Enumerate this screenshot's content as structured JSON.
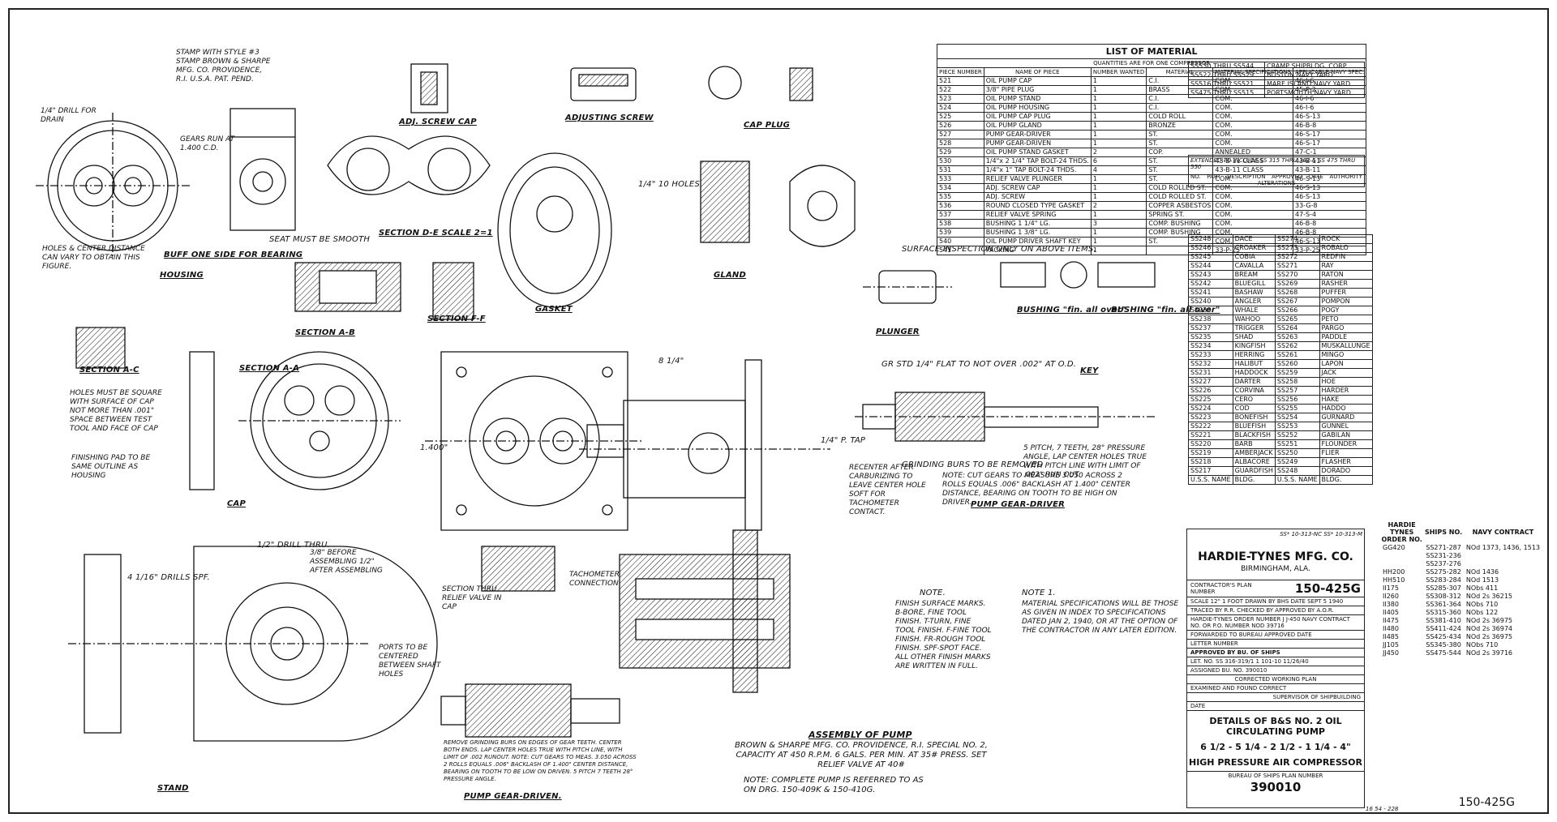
{
  "sheet": {
    "corner_number": "150-425G",
    "corner_small": "16 54 - 228"
  },
  "labels": {
    "stamp": "STAMP WITH STYLE #3 STAMP BROWN & SHARPE MFG. CO. PROVIDENCE, R.I. U.S.A. PAT. PEND.",
    "drill_drain": "1/4\" DRILL FOR DRAIN",
    "housing": "HOUSING",
    "buff": "BUFF ONE SIDE FOR BEARING",
    "holes_center": "HOLES & CENTER DISTANCE CAN VARY TO OBTAIN THIS FIGURE.",
    "gears_run": "GEARS RUN AT 1.400 C.D.",
    "adj_screw_cap": "ADJ. SCREW CAP",
    "adjusting_screw": "ADJUSTING SCREW",
    "cap_plug": "CAP PLUG",
    "section_de": "SECTION D-E SCALE 2=1",
    "section_ab": "SECTION A-B",
    "section_ff": "SECTION F-F",
    "seat_smooth": "SEAT MUST BE SMOOTH",
    "gasket": "GASKET",
    "gland": "GLAND",
    "ten_holes": "1/4\" 10 HOLES",
    "plunger": "PLUNGER",
    "surface_inspection": "SURFACE INSPECTION ONLY ON ABOVE ITEMS.",
    "bushing1": "BUSHING \"fin. all over\"",
    "bushing2": "BUSHING \"fin. all over\"",
    "key": "KEY",
    "section_ac": "SECTION A-C",
    "section_aa": "SECTION A-A",
    "cap": "CAP",
    "finishing_pad": "FINISHING PAD TO BE SAME OUTLINE AS HOUSING",
    "holes_square": "HOLES MUST BE SQUARE WITH SURFACE OF CAP NOT MORE THAN .001\" SPACE BETWEEN TEST TOOL AND FACE OF CAP",
    "pump_gear_driver": "PUMP GEAR-DRIVER",
    "grinding_burs": "GRINDING BURS TO BE REMOVED",
    "recenter": "RECENTER AFTER CARBURIZING TO LEAVE CENTER HOLE SOFT FOR TACHOMETER CONTACT.",
    "cut_gears": "NOTE: CUT GEARS TO MEASURE 3.050 ACROSS 2 ROLLS EQUALS .006\" BACKLASH AT 1.400\" CENTER DISTANCE, BEARING ON TOOTH TO BE HIGH ON DRIVER.",
    "pitch_note": "5 PITCH, 7 TEETH, 28° PRESSURE ANGLE, LAP CENTER HOLES TRUE WITH PITCH LINE WITH LIMIT OF .002\" RUN OUT.",
    "flat_note": "GR STD 1/4\" FLAT TO NOT OVER .002\" AT O.D.",
    "stand": "STAND",
    "drill_thru": "1/2\" DRILL THRU.",
    "before_assembling": "3/8\" BEFORE ASSEMBLING 1/2\" AFTER ASSEMBLING",
    "drills_spf": "4 1/16\" DRILLS SPF.",
    "section_relief": "SECTION THRU RELIEF VALVE IN CAP",
    "tachometer": "TACHOMETER CONNECTION",
    "pump_gear_driven": "PUMP GEAR-DRIVEN.",
    "remove_burs": "REMOVE GRINDING BURS ON EDGES OF GEAR TEETH. CENTER BOTH ENDS. LAP CENTER HOLES TRUE WITH PITCH LINE, WITH LIMIT OF .002 RUNOUT. NOTE: CUT GEARS TO MEAS. 3.050 ACROSS 2 ROLLS EQUALS .006\" BACKLASH OF 1.400\" CENTER DISTANCE, BEARING ON TOOTH TO BE LOW ON DRIVEN. 5 PITCH 7 TEETH 28° PRESSURE ANGLE.",
    "ports_note": "PORTS TO BE CENTERED BETWEEN SHAFT HOLES",
    "assembly_title": "ASSEMBLY OF PUMP",
    "assembly_text": "BROWN & SHARPE MFG. CO. PROVIDENCE, R.I. SPECIAL NO. 2, CAPACITY AT 450 R.P.M. 6 GALS. PER MIN. AT 35# PRESS. SET RELIEF VALVE AT 40#",
    "assembly_note": "NOTE: COMPLETE PUMP IS REFERRED TO AS ON DRG. 150-409K & 150-410G.",
    "finish_note_title": "NOTE.",
    "finish_note": "FINISH SURFACE MARKS. B-BORE, FINE TOOL FINISH. T-TURN, FINE TOOL FINISH. F-FINE TOOL FINISH. FR-ROUGH TOOL FINISH. SPF-SPOT FACE. ALL OTHER FINISH MARKS ARE WRITTEN IN FULL.",
    "note1_title": "NOTE 1.",
    "note1": "MATERIAL SPECIFICATIONS WILL BE THOSE AS GIVEN IN INDEX TO SPECIFICATIONS DATED JAN 2, 1940, OR AT THE OPTION OF THE CONTRACTOR IN ANY LATER EDITION.",
    "pipe_tap": "1/4\" P. TAP",
    "dim_84": "8 1/4\"",
    "dim_1400": "1.400\""
  },
  "materials": {
    "title": "LIST OF MATERIAL",
    "subtitle": "QUANTITIES ARE FOR ONE COMPRESSOR",
    "headers": [
      "PIECE NUMBER",
      "NAME OF PIECE",
      "NUMBER WANTED",
      "MATERIAL",
      "MATERIAL SPECIFICATIONS",
      "APPLICABLE NAVY SPEC."
    ],
    "rows": [
      [
        "521",
        "OIL PUMP CAP",
        "1",
        "C.I.",
        "COM.",
        "46-I-6"
      ],
      [
        "522",
        "3/8\" PIPE PLUG",
        "1",
        "BRASS",
        "COM.",
        "45-P-2"
      ],
      [
        "523",
        "OIL PUMP STAND",
        "1",
        "C.I.",
        "COM.",
        "46-I-6"
      ],
      [
        "524",
        "OIL PUMP HOUSING",
        "1",
        "C.I.",
        "COM.",
        "46-I-6"
      ],
      [
        "525",
        "OIL PUMP CAP PLUG",
        "1",
        "COLD ROLL",
        "COM.",
        "46-S-13"
      ],
      [
        "526",
        "OIL PUMP GLAND",
        "1",
        "BRONZE",
        "COM.",
        "46-B-8"
      ],
      [
        "527",
        "PUMP GEAR-DRIVER",
        "1",
        "ST.",
        "COM.",
        "46-S-17"
      ],
      [
        "528",
        "PUMP GEAR-DRIVEN",
        "1",
        "ST.",
        "COM.",
        "46-S-17"
      ],
      [
        "529",
        "OIL PUMP STAND GASKET",
        "2",
        "COP.",
        "ANNEALED",
        "47-C-1"
      ],
      [
        "530",
        "1/4\"x 2 1/4\" TAP BOLT-24 THDS.",
        "6",
        "ST.",
        "43-B-11 CLASS",
        "43-B-11"
      ],
      [
        "531",
        "1/4\"x 1\" TAP BOLT-24 THDS.",
        "4",
        "ST.",
        "43-B-11 CLASS",
        "43-B-11"
      ],
      [
        "533",
        "RELIEF VALVE PLUNGER",
        "1",
        "ST.",
        "COM.",
        "46-S-13"
      ],
      [
        "534",
        "ADJ. SCREW CAP",
        "1",
        "COLD ROLLED ST.",
        "COM.",
        "46-S-13"
      ],
      [
        "535",
        "ADJ. SCREW",
        "1",
        "COLD ROLLED ST.",
        "COM.",
        "46-S-13"
      ],
      [
        "536",
        "ROUND CLOSED TYPE GASKET",
        "2",
        "COPPER ASBESTOS",
        "COM.",
        "33-G-8"
      ],
      [
        "537",
        "RELIEF VALVE SPRING",
        "1",
        "SPRING ST.",
        "COM.",
        "47-S-4"
      ],
      [
        "538",
        "BUSHING 1 1/4\" LG.",
        "3",
        "COMP. BUSHING",
        "COM.",
        "46-B-8"
      ],
      [
        "539",
        "BUSHING 1 3/8\" LG.",
        "1",
        "COMP. BUSHING",
        "COM.",
        "46-B-8"
      ],
      [
        "540",
        "OIL PUMP DRIVER SHAFT KEY",
        "1",
        "ST.",
        "COM.",
        "46-S-13"
      ],
      [
        "541",
        "PACKING",
        "1",
        "",
        "33-P-25",
        "33-P-25"
      ]
    ]
  },
  "contracts_top": [
    [
      "SS530 THRU SS544",
      "CRAMP SHIPBLDG. CORP."
    ],
    [
      "SS522 THRU SS529",
      "BOSTON NAVY YARD"
    ],
    [
      "SS516 THRU SS521",
      "MARE ISLAND NAVY YARD"
    ],
    [
      "SS475 THRU SS515",
      "PORTSMOUTH NAVY YARD"
    ]
  ],
  "alteration": {
    "text": "EXTENDED TO INCLUDE SS 315 THRU 362 & SS 475 THRU 550",
    "header": "ALTERATIONS",
    "cols": [
      "NO.",
      "PART",
      "DESCRIPTION",
      "APPROVED",
      "DATE",
      "AUTHORITY"
    ]
  },
  "ships": [
    [
      "SS248",
      "DACE",
      "SS274",
      "ROCK"
    ],
    [
      "SS246",
      "CROAKER",
      "SS273",
      "ROBALO"
    ],
    [
      "SS245",
      "COBIA",
      "SS272",
      "REDFIN"
    ],
    [
      "SS244",
      "CAVALLA",
      "SS271",
      "RAY"
    ],
    [
      "SS243",
      "BREAM",
      "SS270",
      "RATON"
    ],
    [
      "SS242",
      "BLUEGILL",
      "SS269",
      "RASHER"
    ],
    [
      "SS241",
      "BASHAW",
      "SS268",
      "PUFFER"
    ],
    [
      "SS240",
      "ANGLER",
      "SS267",
      "POMPON"
    ],
    [
      "SS239",
      "WHALE",
      "SS266",
      "POGY"
    ],
    [
      "SS238",
      "WAHOO",
      "SS265",
      "PETO"
    ],
    [
      "SS237",
      "TRIGGER",
      "SS264",
      "PARGO"
    ],
    [
      "SS235",
      "SHAD",
      "SS263",
      "PADDLE"
    ],
    [
      "SS234",
      "KINGFISH",
      "SS262",
      "MUSKALLUNGE"
    ],
    [
      "SS233",
      "HERRING",
      "SS261",
      "MINGO"
    ],
    [
      "SS232",
      "HALIBUT",
      "SS260",
      "LAPON"
    ],
    [
      "SS231",
      "HADDOCK",
      "SS259",
      "JACK"
    ],
    [
      "SS227",
      "DARTER",
      "SS258",
      "HOE"
    ],
    [
      "SS226",
      "CORVINA",
      "SS257",
      "HARDER"
    ],
    [
      "SS225",
      "CERO",
      "SS256",
      "HAKE"
    ],
    [
      "SS224",
      "COD",
      "SS255",
      "HADDO"
    ],
    [
      "SS223",
      "BONEFISH",
      "SS254",
      "GURNARD"
    ],
    [
      "SS222",
      "BLUEFISH",
      "SS253",
      "GUNNEL"
    ],
    [
      "SS221",
      "BLACKFISH",
      "SS252",
      "GABILAN"
    ],
    [
      "SS220",
      "BARB",
      "SS251",
      "FLOUNDER"
    ],
    [
      "SS219",
      "AMBERJACK",
      "SS250",
      "FLIER"
    ],
    [
      "SS218",
      "ALBACORE",
      "SS249",
      "FLASHER"
    ],
    [
      "SS217",
      "GUARDFISH",
      "SS248",
      "DORADO"
    ]
  ],
  "ships_footer": [
    "U.S.S. NAME",
    "BLDG.",
    "U.S.S. NAME",
    "BLDG."
  ],
  "title_block": {
    "top_ref": "SS* 10-313-NC SS* 10-313-M",
    "company": "HARDIE-TYNES MFG. CO.",
    "city": "BIRMINGHAM, ALA.",
    "contractor_label": "CONTRACTOR'S PLAN NUMBER",
    "plan_number": "150-425G",
    "scale_line": "SCALE 12\" 1 FOOT   DRAWN BY BHS   DATE SEPT 5 1940",
    "traced_line": "TRACED BY R.R.   CHECKED BY   APPROVED BY A.O.R.",
    "order_line": "HARDIE-TYNES ORDER NUMBER J J-450   NAVY CONTRACT NO. OR P.O. NUMBER NOD 39716",
    "forwarded": "FORWARDED TO BUREAU   APPROVED   DATE",
    "letter": "LETTER NUMBER",
    "approved_bu": "APPROVED BY BU. OF SHIPS",
    "letter_no": "LET. NO. SS 316-319/1 1 101-10 11/26/40",
    "assigned": "ASSIGNED BU. NO. 390010",
    "corrected": "CORRECTED WORKING PLAN",
    "examined": "EXAMINED AND FOUND CORRECT",
    "supervisor": "SUPERVISOR OF SHIPBUILDING",
    "date": "DATE",
    "details": "DETAILS OF B&S NO. 2 OIL CIRCULATING PUMP",
    "size": "6 1/2 - 5 1/4 - 2 1/2 - 1 1/4 - 4\"",
    "compressor": "HIGH PRESSURE AIR COMPRESSOR",
    "bureau_label": "BUREAU OF SHIPS PLAN NUMBER",
    "bureau_number": "390010"
  },
  "orders": {
    "headers": [
      "HARDIE TYNES ORDER NO.",
      "SHIPS NO.",
      "NAVY CONTRACT"
    ],
    "rows": [
      [
        "GG420",
        "SS271-287",
        "NOd 1373, 1436, 1513"
      ],
      [
        "",
        "SS231-236",
        ""
      ],
      [
        "",
        "SS237-276",
        ""
      ],
      [
        "HH200",
        "SS275-282",
        "NOd 1436"
      ],
      [
        "HH510",
        "SS283-284",
        "NOd 1513"
      ],
      [
        "II175",
        "SS285-307",
        "NObs 411"
      ],
      [
        "II260",
        "SS308-312",
        "NOd 2s 36215"
      ],
      [
        "II380",
        "SS361-364",
        "NObs 710"
      ],
      [
        "II405",
        "SS315-360",
        "NObs 122"
      ],
      [
        "II475",
        "SS381-410",
        "NOd 2s 36975"
      ],
      [
        "II480",
        "SS411-424",
        "NOd 2s 36974"
      ],
      [
        "II485",
        "SS425-434",
        "NOd 2s 36975"
      ],
      [
        "JJ105",
        "SS345-380",
        "NObs 710"
      ],
      [
        "JJ450",
        "SS475-544",
        "NOd 2s 39716"
      ]
    ]
  }
}
